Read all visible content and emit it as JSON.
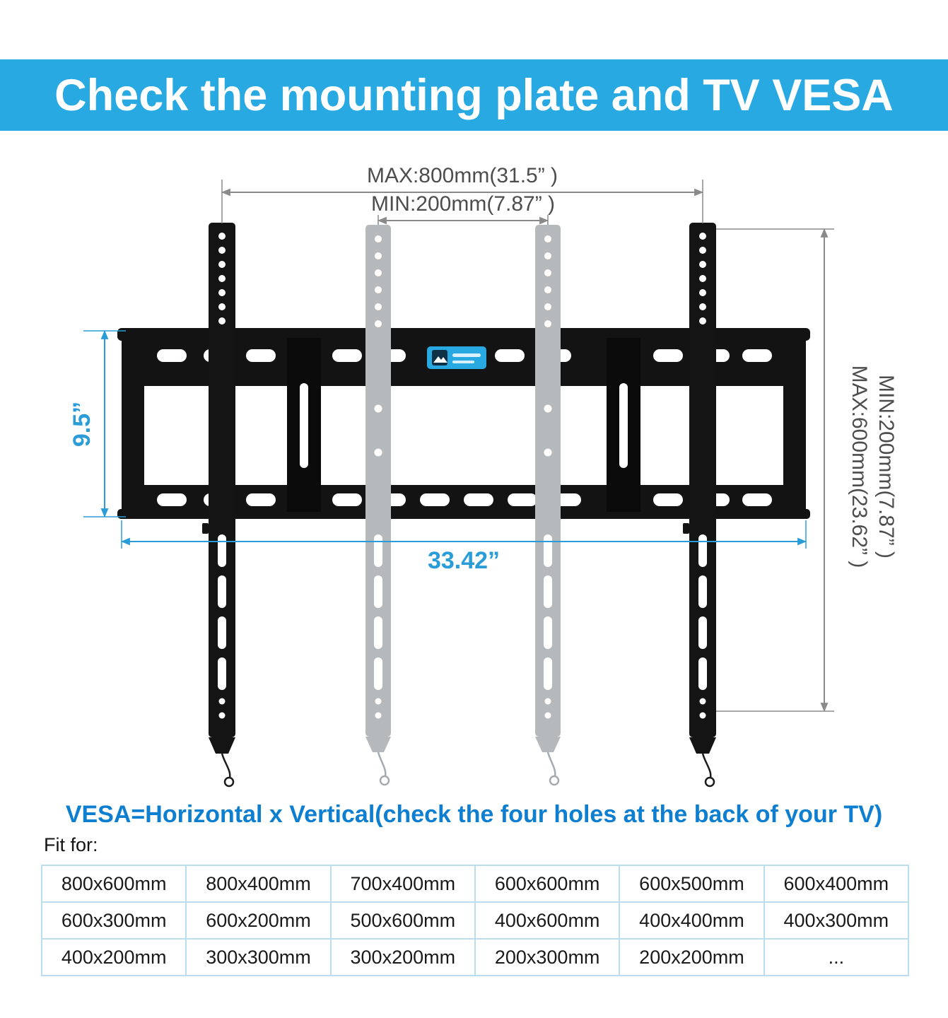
{
  "header": {
    "title": "Check the mounting plate and TV VESA"
  },
  "diagram": {
    "dim_max_width": "MAX:800mm(31.5” )",
    "dim_min_width": "MIN:200mm(7.87” )",
    "dim_plate_height": "9.5”",
    "dim_plate_width": "33.42”",
    "dim_max_height": "MAX:600mm(23.62” )",
    "dim_min_height": "MIN:200mm(7.87” )"
  },
  "vesa": {
    "heading": "VESA=Horizontal x Vertical(check the four holes at the back of your TV)",
    "fit_for_label": "Fit for:",
    "table_rows": [
      [
        "800x600mm",
        "800x400mm",
        "700x400mm",
        "600x600mm",
        "600x500mm",
        "600x400mm"
      ],
      [
        "600x300mm",
        "600x200mm",
        "500x600mm",
        "400x600mm",
        "400x400mm",
        "400x300mm"
      ],
      [
        "400x200mm",
        "300x300mm",
        "300x200mm",
        "200x300mm",
        "200x200mm",
        "..."
      ]
    ]
  },
  "colors": {
    "banner_bg": "#29a9e1",
    "heading_blue": "#0e7fd0",
    "dim_blue": "#2a9cd8",
    "dim_gray": "#8a8a8a",
    "table_border": "#bcdcf0"
  }
}
